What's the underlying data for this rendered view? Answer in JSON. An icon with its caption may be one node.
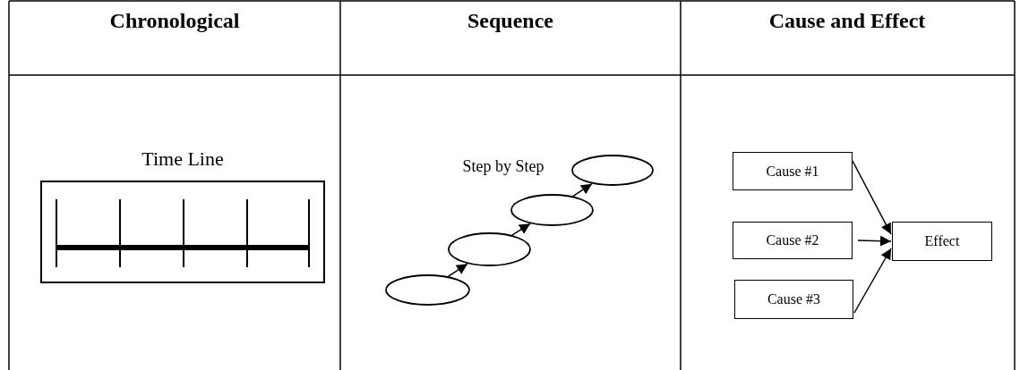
{
  "diagram": {
    "nodes": [
      {
        "text": [
          "Time Line"
        ]
      },
      {
        "text": [],
        "shape": "ellipse"
      },
      {
        "text": [],
        "shape": "ellipse"
      },
      {
        "text": [],
        "shape": "ellipse"
      },
      {
        "text": [],
        "shape": "ellipse"
      },
      {
        "text": [
          "Cause #1"
        ]
      },
      {
        "text": [
          "Cause #2"
        ]
      },
      {
        "text": [
          "Cause #3"
        ]
      },
      {
        "text": [
          "Effect"
        ]
      }
    ],
    "edges": [
      {
        "from": 1,
        "to": 2,
        "arrow": "to"
      },
      {
        "from": 2,
        "to": 3,
        "arrow": "to"
      },
      {
        "from": 3,
        "to": 4,
        "arrow": "to"
      },
      {
        "from": 5,
        "to": 8,
        "arrow": "to"
      },
      {
        "from": 6,
        "to": 8,
        "arrow": "to"
      },
      {
        "from": 7,
        "to": 8,
        "arrow": "to"
      }
    ],
    "labels": [
      "Chronological",
      "Sequence",
      "Cause and Effect",
      "Step by Step"
    ]
  }
}
